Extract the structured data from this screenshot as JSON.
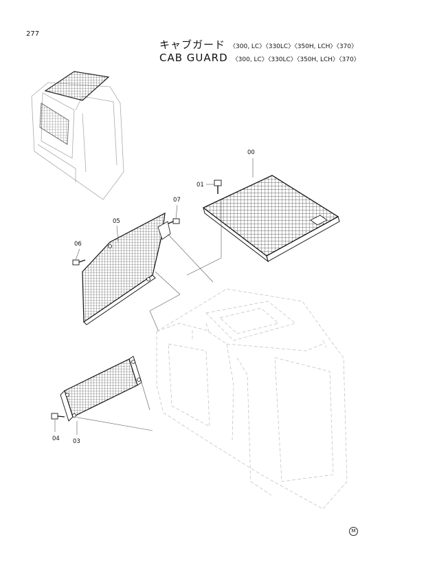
{
  "page_number": "277",
  "title_jp": "キャブガード",
  "title_en": "CAB GUARD",
  "variants": "〈300, LC〉〈330LC〉〈350H, LCH〉〈370〉",
  "parts": {
    "p00": "00",
    "p01": "01",
    "p03": "03",
    "p04": "04",
    "p05": "05",
    "p06": "06",
    "p07": "07"
  },
  "corner_mark": "M"
}
